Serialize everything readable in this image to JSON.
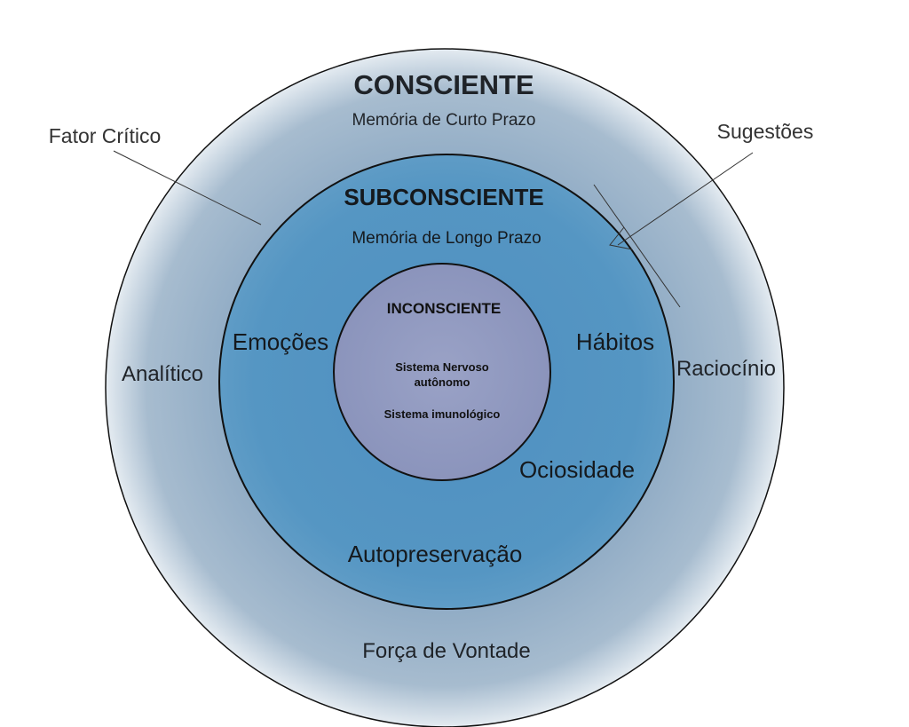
{
  "diagram": {
    "outer": {
      "title": "CONSCIENTE",
      "subtitle": "Memória de Curto Prazo",
      "left": "Analítico",
      "right": "Raciocínio",
      "bottom": "Força de Vontade"
    },
    "middle": {
      "title": "SUBCONSCIENTE",
      "subtitle": "Memória de Longo Prazo",
      "left": "Emoções",
      "right": "Hábitos",
      "lower_right": "Ociosidade",
      "bottom": "Autopreservação"
    },
    "inner": {
      "title": "INCONSCIENTE",
      "line1": "Sistema Nervoso",
      "line2": "autônomo",
      "line3": "Sistema imunológico"
    },
    "callouts": {
      "left": "Fator Crítico",
      "right": "Sugestões"
    },
    "colors": {
      "outer_fill": "#9fb6cb",
      "outer_edge": "#e9eef3",
      "middle_fill": "#5596c3",
      "inner_fill": "#8f97be",
      "stroke": "#111111",
      "text": "#1f2328"
    }
  }
}
